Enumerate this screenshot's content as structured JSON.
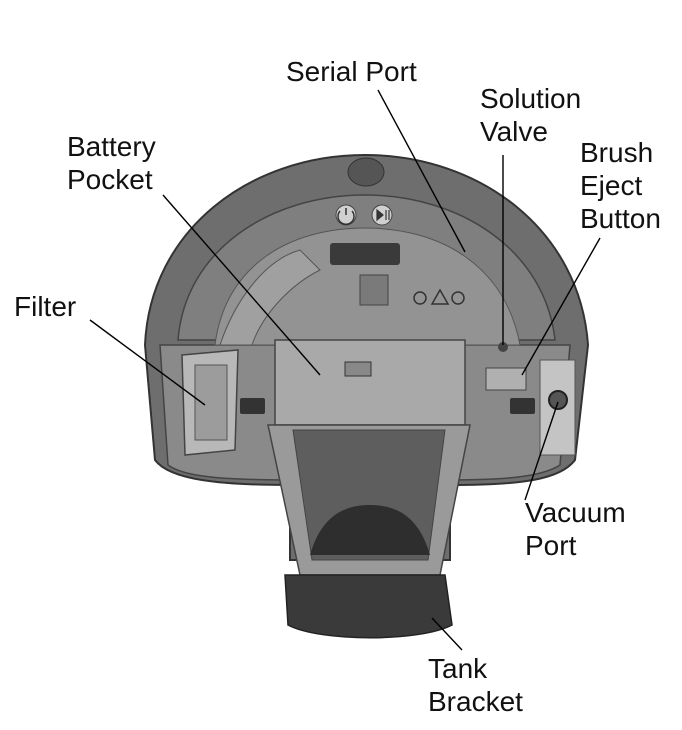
{
  "labels": {
    "serial_port": [
      "Serial Port"
    ],
    "solution_valve": [
      "Solution",
      "Valve"
    ],
    "battery_pocket": [
      "Battery",
      "Pocket"
    ],
    "brush_eject_button": [
      "Brush",
      "Eject",
      "Button"
    ],
    "filter": [
      "Filter"
    ],
    "vacuum_port": [
      "Vacuum",
      "Port"
    ],
    "tank_bracket": [
      "Tank",
      "Bracket"
    ]
  },
  "colors": {
    "shell_dark": "#6e6e6e",
    "interior": "#8a8a8a",
    "panel_light": "#a9a9a9",
    "bracket_dark": "#3a3a3a",
    "leader_line": "#000000"
  },
  "icons": [
    "power-icon",
    "play-pause-icon",
    "warning-icon"
  ]
}
